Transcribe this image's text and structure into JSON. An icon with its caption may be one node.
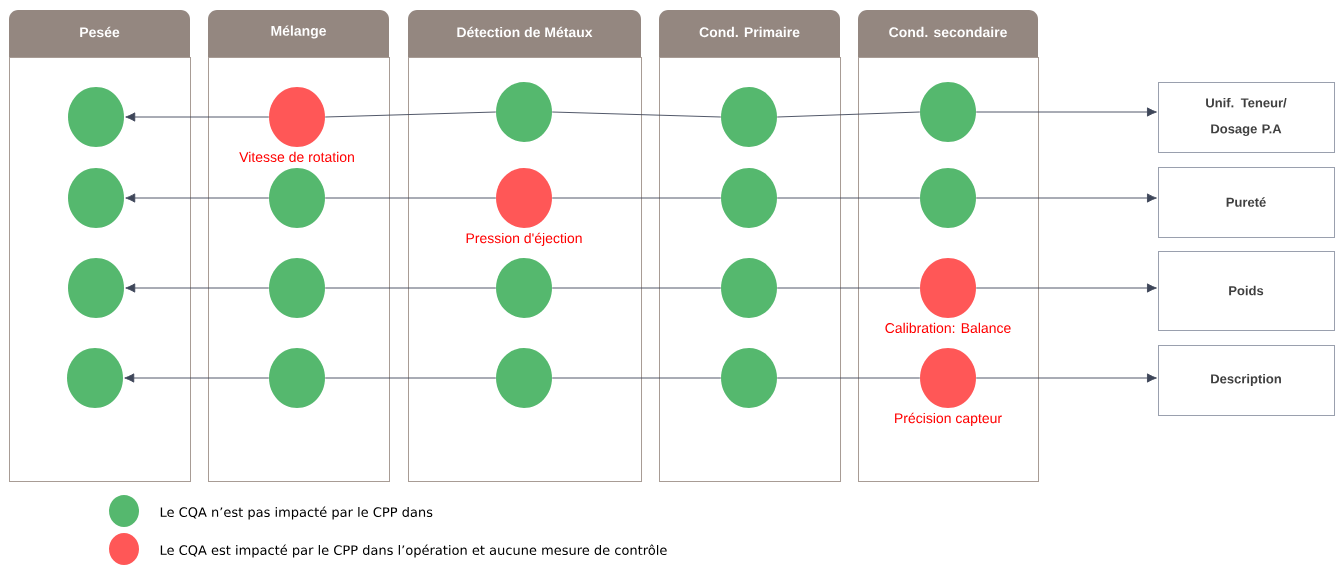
{
  "diagram": {
    "nodes": [
      {
        "text": [
          "Pesée"
        ]
      },
      {
        "text": [],
        "shape": "circle",
        "in": 0
      },
      {
        "text": [],
        "shape": "circle",
        "in": 0
      },
      {
        "text": [],
        "shape": "circle",
        "in": 0
      },
      {
        "text": [],
        "shape": "circle",
        "in": 0
      },
      {
        "text": [
          "Mélange"
        ]
      },
      {
        "text": [],
        "shape": "circle",
        "in": 5,
        "beside": [
          "Vitesse de rotation"
        ]
      },
      {
        "text": [],
        "shape": "circle",
        "in": 5
      },
      {
        "text": [],
        "shape": "circle",
        "in": 5
      },
      {
        "text": [],
        "shape": "circle",
        "in": 5
      },
      {
        "text": [
          "Détection de Métaux"
        ]
      },
      {
        "text": [],
        "shape": "circle",
        "in": 10
      },
      {
        "text": [],
        "shape": "circle",
        "in": 10,
        "beside": [
          "Pression d'éjection"
        ]
      },
      {
        "text": [],
        "shape": "circle",
        "in": 10
      },
      {
        "text": [],
        "shape": "circle",
        "in": 10
      },
      {
        "text": [
          "Cond. Primaire"
        ]
      },
      {
        "text": [],
        "shape": "circle",
        "in": 15
      },
      {
        "text": [],
        "shape": "circle",
        "in": 15
      },
      {
        "text": [],
        "shape": "circle",
        "in": 15
      },
      {
        "text": [],
        "shape": "circle",
        "in": 15
      },
      {
        "text": [
          "Cond. secondaire"
        ]
      },
      {
        "text": [],
        "shape": "circle",
        "in": 20
      },
      {
        "text": [],
        "shape": "circle",
        "in": 20
      },
      {
        "text": [],
        "shape": "circle",
        "in": 20,
        "beside": [
          "Calibration: Balance"
        ]
      },
      {
        "text": [],
        "shape": "circle",
        "in": 20,
        "beside": [
          "Précision capteur"
        ]
      },
      {
        "text": [
          "Unif. Teneur/ Dosage P.A"
        ]
      },
      {
        "text": [
          "Pureté"
        ]
      },
      {
        "text": [
          "Poids"
        ]
      },
      {
        "text": [
          "Description"
        ]
      }
    ],
    "edges": [
      {
        "from": 6,
        "to": 1,
        "arrow": "to"
      },
      {
        "from": 6,
        "to": 11,
        "arrow": "none"
      },
      {
        "from": 11,
        "to": 16,
        "arrow": "none"
      },
      {
        "from": 16,
        "to": 21,
        "arrow": "none"
      },
      {
        "from": 21,
        "to": 25,
        "arrow": "to"
      },
      {
        "from": 7,
        "to": 2,
        "arrow": "to"
      },
      {
        "from": 7,
        "to": 12,
        "arrow": "none"
      },
      {
        "from": 12,
        "to": 17,
        "arrow": "none"
      },
      {
        "from": 17,
        "to": 22,
        "arrow": "none"
      },
      {
        "from": 22,
        "to": 26,
        "arrow": "to"
      },
      {
        "from": 8,
        "to": 3,
        "arrow": "to"
      },
      {
        "from": 8,
        "to": 13,
        "arrow": "none"
      },
      {
        "from": 13,
        "to": 18,
        "arrow": "none"
      },
      {
        "from": 18,
        "to": 23,
        "arrow": "none"
      },
      {
        "from": 23,
        "to": 27,
        "arrow": "to"
      },
      {
        "from": 9,
        "to": 4,
        "arrow": "to"
      },
      {
        "from": 9,
        "to": 14,
        "arrow": "none"
      },
      {
        "from": 14,
        "to": 19,
        "arrow": "none"
      },
      {
        "from": 19,
        "to": 24,
        "arrow": "none"
      },
      {
        "from": 24,
        "to": 28,
        "arrow": "to"
      }
    ],
    "legend": [
      {
        "text": "Le CQA n’est pas impacté par le CPP dans",
        "color": "#55b86e"
      },
      {
        "text": "Le CQA est impacté par le CPP dans l’opération et aucune mesure de contrôle",
        "color": "#ff5757"
      }
    ]
  }
}
